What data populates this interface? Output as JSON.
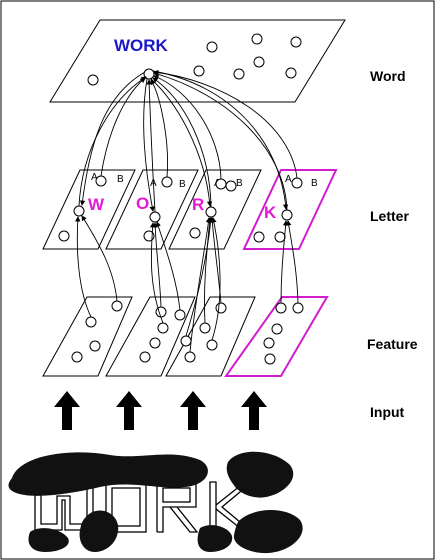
{
  "diagram": {
    "word_text": "WORK",
    "letter_labels": [
      "W",
      "O",
      "R",
      "K"
    ],
    "feature_marks": [
      "A",
      "B"
    ],
    "levels": {
      "word": "Word",
      "letter": "Letter",
      "feature": "Feature",
      "input": "Input"
    },
    "colors": {
      "word_text": "#1a17c8",
      "letter_highlight": "#e31ad8",
      "highlight_plane": "#d21cd0"
    }
  }
}
